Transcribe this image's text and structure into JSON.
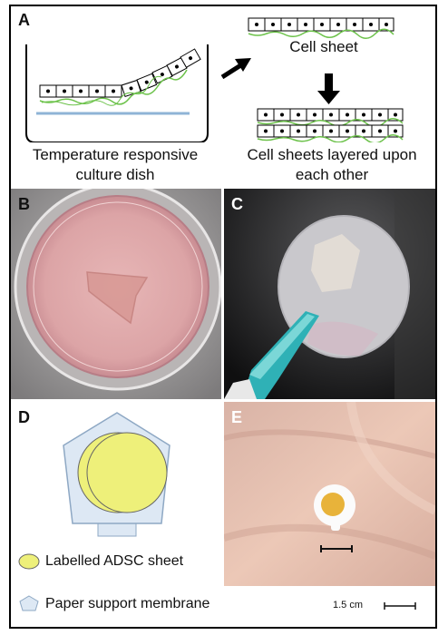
{
  "panels": {
    "a": {
      "label": "A",
      "cell_sheet_label": "Cell sheet",
      "caption_left": [
        "Temperature responsive",
        "culture dish"
      ],
      "caption_right": [
        "Cell sheets layered upon",
        "each other"
      ]
    },
    "b": {
      "label": "B"
    },
    "c": {
      "label": "C"
    },
    "d": {
      "label": "D",
      "legend": [
        {
          "text": "Labelled ADSC sheet",
          "color": "#eef07a"
        },
        {
          "text": "Paper support membrane",
          "color": "#dde8f4"
        }
      ]
    },
    "e": {
      "label": "E"
    }
  },
  "scale_bar": {
    "text": "1.5 cm"
  },
  "colors": {
    "fiber_green": "#6cc24a",
    "dish_line": "#8fb4d6",
    "adsc_yellow": "#eef07a",
    "membrane_blue": "#dde8f4",
    "tissue_pink": "#e8c4b4"
  }
}
